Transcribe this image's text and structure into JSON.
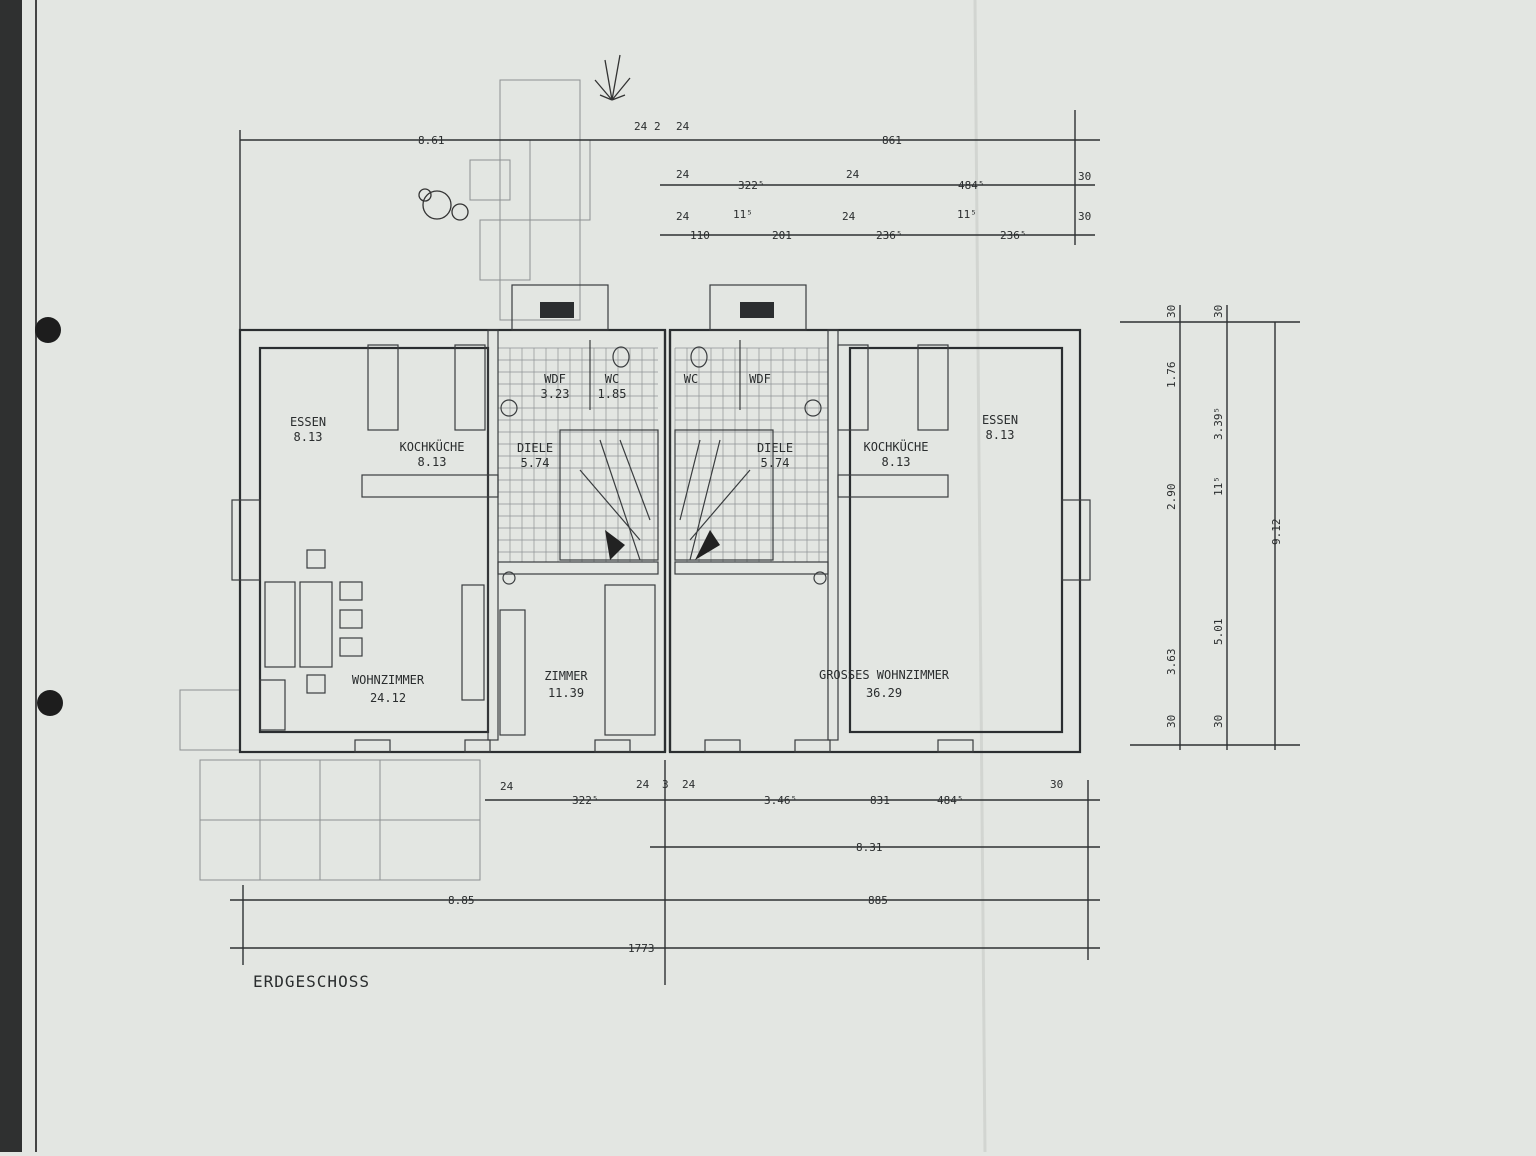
{
  "title": "ERDGESCHOSS",
  "colors": {
    "paper": "#e3e6e2",
    "ink": "#2b2e30",
    "binder_edge": "#2a2a2a"
  },
  "rooms_left": [
    {
      "name": "ESSEN",
      "area": "8.13"
    },
    {
      "name": "KOCHKÜCHE",
      "area": "8.13"
    },
    {
      "name": "WDF",
      "area": "3.23"
    },
    {
      "name": "WC",
      "area": "1.85"
    },
    {
      "name": "DIELE",
      "area": "5.74"
    },
    {
      "name": "WOHNZIMMER",
      "area": "24.12"
    },
    {
      "name": "ZIMMER",
      "area": "11.39"
    }
  ],
  "rooms_right": [
    {
      "name": "WC",
      "area": ""
    },
    {
      "name": "WDF",
      "area": ""
    },
    {
      "name": "DIELE",
      "area": "5.74"
    },
    {
      "name": "KOCHKÜCHE",
      "area": "8.13"
    },
    {
      "name": "ESSEN",
      "area": "8.13"
    },
    {
      "name": "GROSSES WOHNZIMMER",
      "area": "36.29"
    }
  ],
  "dims_top": [
    "8.61",
    "24",
    "2",
    "24",
    "861",
    "24",
    "322⁵",
    "24",
    "484⁵",
    "30",
    "24",
    "110",
    "11⁵",
    "201",
    "24",
    "236⁵",
    "11⁵",
    "236⁵",
    "30"
  ],
  "dims_right": [
    "30",
    "1.76",
    "2.90",
    "3.63",
    "30",
    "30",
    "3.39⁵",
    "11⁵",
    "5.01",
    "30",
    "9.12"
  ],
  "dims_bottom": [
    "24",
    "322⁵",
    "24",
    "3",
    "24",
    "3.46⁵",
    "831",
    "484⁵",
    "30",
    "8.31",
    "8.85",
    "885",
    "1773"
  ]
}
